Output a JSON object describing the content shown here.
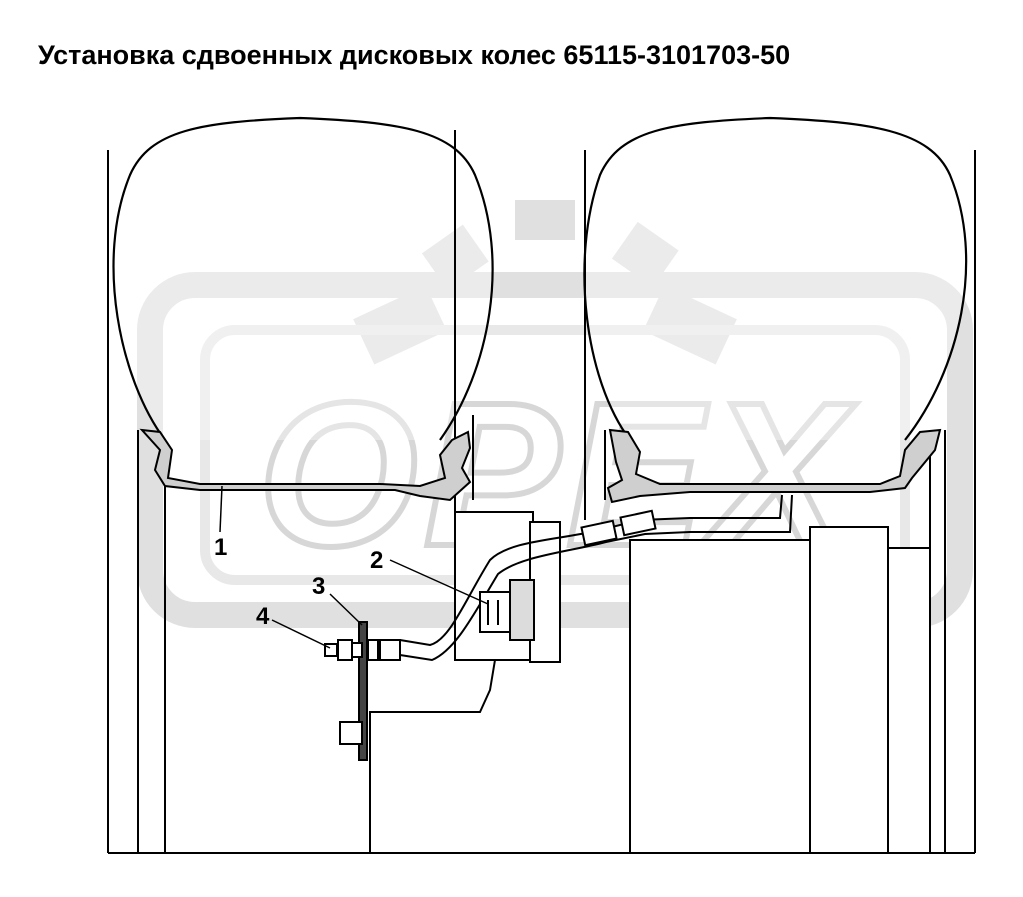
{
  "title": "Установка сдвоенных дисковых колес 65115-3101703-50",
  "watermark": "ОРЕХ",
  "callouts": [
    {
      "id": "1",
      "text": "1"
    },
    {
      "id": "2",
      "text": "2"
    },
    {
      "id": "3",
      "text": "3"
    },
    {
      "id": "4",
      "text": "4"
    }
  ],
  "colors": {
    "background": "#ffffff",
    "line": "#000000",
    "tire_fill": "#e9e9e9",
    "watermark": "#bdbdbd",
    "metal_fill": "#cfcfcf"
  }
}
